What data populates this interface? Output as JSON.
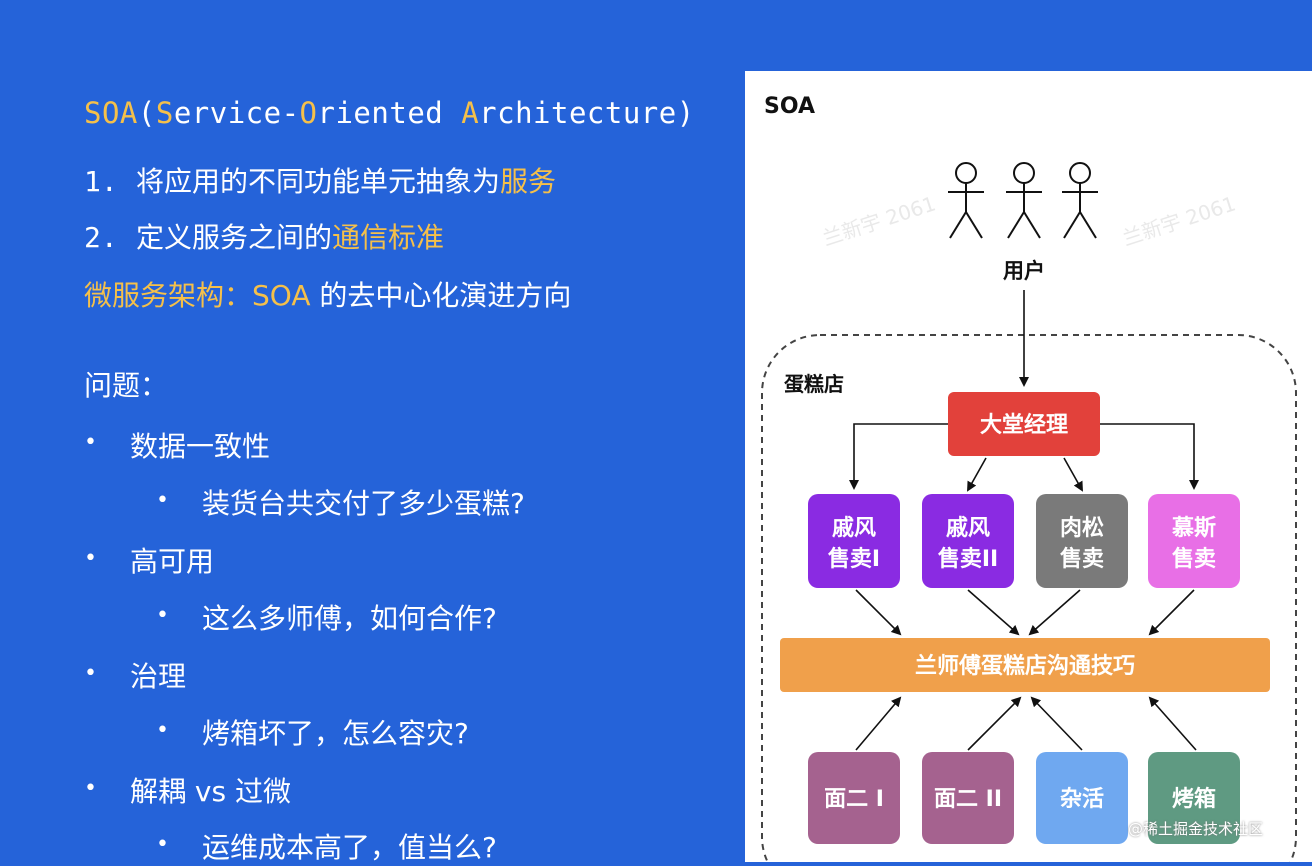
{
  "left": {
    "title": {
      "parts": [
        {
          "text": "SOA",
          "highlight": true
        },
        {
          "text": "(",
          "highlight": false
        },
        {
          "text": "S",
          "highlight": true
        },
        {
          "text": "ervice-",
          "highlight": false
        },
        {
          "text": "O",
          "highlight": true
        },
        {
          "text": "riented ",
          "highlight": false
        },
        {
          "text": "A",
          "highlight": true
        },
        {
          "text": "rchitecture)",
          "highlight": false
        }
      ]
    },
    "points": [
      {
        "num": "1.",
        "text": "将应用的不同功能单元抽象为",
        "emph": "服务"
      },
      {
        "num": "2.",
        "text": "定义服务之间的",
        "emph": "通信标准"
      }
    ],
    "microservice": {
      "label": "微服务架构：SOA",
      "rest": " 的去中心化演进方向"
    },
    "problems_title": "问题：",
    "problems": [
      {
        "text": "数据一致性",
        "sub": "装货台共交付了多少蛋糕?"
      },
      {
        "text": "高可用",
        "sub": "这么多师傅，如何合作?"
      },
      {
        "text": "治理",
        "sub": "烤箱坏了，怎么容灾?"
      },
      {
        "text": "解耦 vs 过微",
        "sub": "运维成本高了，值当么?"
      }
    ],
    "bullet_char": "•"
  },
  "diagram": {
    "label": "SOA",
    "users_label": "用户",
    "shop_label": "蛋糕店",
    "manager": {
      "label": "大堂经理",
      "color": "#e2413b"
    },
    "services": [
      {
        "line1": "戚风",
        "line2": "售卖I",
        "color": "#8a2be2"
      },
      {
        "line1": "戚风",
        "line2": "售卖II",
        "color": "#8a2be2"
      },
      {
        "line1": "肉松",
        "line2": "售卖",
        "color": "#7a7a7a"
      },
      {
        "line1": "慕斯",
        "line2": "售卖",
        "color": "#e86fe6"
      }
    ],
    "bus": {
      "label": "兰师傅蛋糕店沟通技巧",
      "color": "#f0a04b"
    },
    "workers": [
      {
        "label": "面二 I",
        "color": "#a5628f"
      },
      {
        "label": "面二 II",
        "color": "#a5628f"
      },
      {
        "label": "杂活",
        "color": "#6fa8f0"
      },
      {
        "label": "烤箱",
        "color": "#5f9a82"
      }
    ],
    "watermarks": [
      "兰新宇 2061",
      "兰新宇 2061"
    ]
  },
  "footer_watermark": "@稀土掘金技术社区",
  "colors": {
    "background": "#2563d9",
    "highlight": "#f5c04a",
    "panel": "#ffffff"
  }
}
